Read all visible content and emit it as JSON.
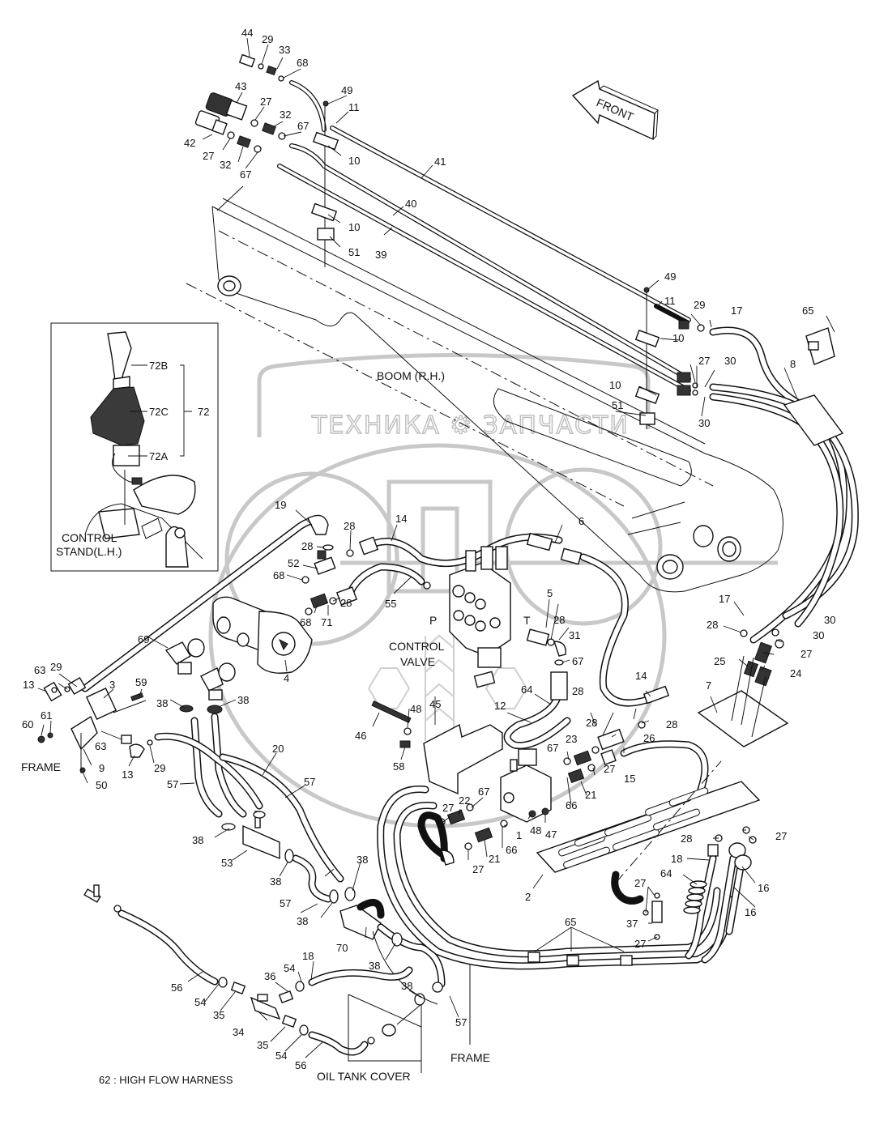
{
  "diagram": {
    "title_labels": {
      "front": "FRONT",
      "boom": "BOOM (R.H.)",
      "control_valve_line1": "CONTROL",
      "control_valve_line2": "VALVE",
      "control_stand_line1": "CONTROL",
      "control_stand_line2": "STAND(L.H.)",
      "frame_left": "FRAME",
      "frame_bottom": "FRAME",
      "oil_tank_cover": "OIL TANK COVER",
      "high_flow_harness": "62 : HIGH FLOW HARNESS",
      "port_p": "P",
      "port_t": "T"
    },
    "watermark": {
      "text": "ТЕХНИКА ⚙ ЗАПЧАСТИ",
      "logo": "ЭПФ"
    },
    "inset": {
      "labels": [
        "72B",
        "72C",
        "72A",
        "72"
      ]
    },
    "callouts": [
      {
        "id": "c44a",
        "text": "44"
      },
      {
        "id": "c29a",
        "text": "29"
      },
      {
        "id": "c33",
        "text": "33"
      },
      {
        "id": "c68a",
        "text": "68"
      },
      {
        "id": "c43",
        "text": "43"
      },
      {
        "id": "c27a",
        "text": "27"
      },
      {
        "id": "c32a",
        "text": "32"
      },
      {
        "id": "c67a",
        "text": "67"
      },
      {
        "id": "c42",
        "text": "42"
      },
      {
        "id": "c27b",
        "text": "27"
      },
      {
        "id": "c32b",
        "text": "32"
      },
      {
        "id": "c67b",
        "text": "67"
      },
      {
        "id": "c49a",
        "text": "49"
      },
      {
        "id": "c11a",
        "text": "11"
      },
      {
        "id": "c10a",
        "text": "10"
      },
      {
        "id": "c10b",
        "text": "10"
      },
      {
        "id": "c51a",
        "text": "51"
      },
      {
        "id": "c41",
        "text": "41"
      },
      {
        "id": "c40",
        "text": "40"
      },
      {
        "id": "c39",
        "text": "39"
      },
      {
        "id": "c49b",
        "text": "49"
      },
      {
        "id": "c11b",
        "text": "11"
      },
      {
        "id": "c29b",
        "text": "29"
      },
      {
        "id": "c17a",
        "text": "17"
      },
      {
        "id": "c65a",
        "text": "65"
      },
      {
        "id": "c10c",
        "text": "10"
      },
      {
        "id": "c27c",
        "text": "27"
      },
      {
        "id": "c30a",
        "text": "30"
      },
      {
        "id": "c8",
        "text": "8"
      },
      {
        "id": "c10d",
        "text": "10"
      },
      {
        "id": "c51b",
        "text": "51"
      },
      {
        "id": "c30b",
        "text": "30"
      },
      {
        "id": "c19",
        "text": "19"
      },
      {
        "id": "c28a",
        "text": "28"
      },
      {
        "id": "c28b",
        "text": "28"
      },
      {
        "id": "c52",
        "text": "52"
      },
      {
        "id": "c68b",
        "text": "68"
      },
      {
        "id": "c14a",
        "text": "14"
      },
      {
        "id": "c6",
        "text": "6"
      },
      {
        "id": "c55",
        "text": "55"
      },
      {
        "id": "c68c",
        "text": "68"
      },
      {
        "id": "c71",
        "text": "71"
      },
      {
        "id": "c28c",
        "text": "28"
      },
      {
        "id": "c4",
        "text": "4"
      },
      {
        "id": "c69",
        "text": "69"
      },
      {
        "id": "c5",
        "text": "5"
      },
      {
        "id": "c28d",
        "text": "28"
      },
      {
        "id": "c31",
        "text": "31"
      },
      {
        "id": "c67c",
        "text": "67"
      },
      {
        "id": "c17b",
        "text": "17"
      },
      {
        "id": "c28e",
        "text": "28"
      },
      {
        "id": "c30c",
        "text": "30"
      },
      {
        "id": "c30d",
        "text": "30"
      },
      {
        "id": "c27d",
        "text": "27"
      },
      {
        "id": "c25",
        "text": "25"
      },
      {
        "id": "c24",
        "text": "24"
      },
      {
        "id": "c7",
        "text": "7"
      },
      {
        "id": "c14b",
        "text": "14"
      },
      {
        "id": "c28f",
        "text": "28"
      },
      {
        "id": "c64a",
        "text": "64"
      },
      {
        "id": "c12",
        "text": "12"
      },
      {
        "id": "c28g",
        "text": "28"
      },
      {
        "id": "c26",
        "text": "26"
      },
      {
        "id": "c28h",
        "text": "28"
      },
      {
        "id": "c23",
        "text": "23"
      },
      {
        "id": "c67d",
        "text": "67"
      },
      {
        "id": "c15",
        "text": "15"
      },
      {
        "id": "c27e",
        "text": "27"
      },
      {
        "id": "c21a",
        "text": "21"
      },
      {
        "id": "c66a",
        "text": "66"
      },
      {
        "id": "c45",
        "text": "45"
      },
      {
        "id": "c48a",
        "text": "48"
      },
      {
        "id": "c46",
        "text": "46"
      },
      {
        "id": "c58",
        "text": "58"
      },
      {
        "id": "c27f",
        "text": "27"
      },
      {
        "id": "c22",
        "text": "22"
      },
      {
        "id": "c67e",
        "text": "67"
      },
      {
        "id": "c1",
        "text": "1"
      },
      {
        "id": "c48b",
        "text": "48"
      },
      {
        "id": "c47",
        "text": "47"
      },
      {
        "id": "c27g",
        "text": "27"
      },
      {
        "id": "c21b",
        "text": "21"
      },
      {
        "id": "c66b",
        "text": "66"
      },
      {
        "id": "c2",
        "text": "2"
      },
      {
        "id": "c28i",
        "text": "28"
      },
      {
        "id": "c27h",
        "text": "27"
      },
      {
        "id": "c18a",
        "text": "18"
      },
      {
        "id": "c64b",
        "text": "64"
      },
      {
        "id": "c16a",
        "text": "16"
      },
      {
        "id": "c16b",
        "text": "16"
      },
      {
        "id": "c27i",
        "text": "27"
      },
      {
        "id": "c37",
        "text": "37"
      },
      {
        "id": "c27j",
        "text": "27"
      },
      {
        "id": "c65b",
        "text": "65"
      },
      {
        "id": "c29c",
        "text": "29"
      },
      {
        "id": "c63a",
        "text": "63"
      },
      {
        "id": "c13a",
        "text": "13"
      },
      {
        "id": "c3",
        "text": "3"
      },
      {
        "id": "c59",
        "text": "59"
      },
      {
        "id": "c38a",
        "text": "38"
      },
      {
        "id": "c38b",
        "text": "38"
      },
      {
        "id": "c60",
        "text": "60"
      },
      {
        "id": "c61",
        "text": "61"
      },
      {
        "id": "c63b",
        "text": "63"
      },
      {
        "id": "c9",
        "text": "9"
      },
      {
        "id": "c13b",
        "text": "13"
      },
      {
        "id": "c29d",
        "text": "29"
      },
      {
        "id": "c50",
        "text": "50"
      },
      {
        "id": "c20",
        "text": "20"
      },
      {
        "id": "c57a",
        "text": "57"
      },
      {
        "id": "c57b",
        "text": "57"
      },
      {
        "id": "c38c",
        "text": "38"
      },
      {
        "id": "c53",
        "text": "53"
      },
      {
        "id": "c38d",
        "text": "38"
      },
      {
        "id": "c38e",
        "text": "38"
      },
      {
        "id": "c57c",
        "text": "57"
      },
      {
        "id": "c38f",
        "text": "38"
      },
      {
        "id": "c70",
        "text": "70"
      },
      {
        "id": "c38g",
        "text": "38"
      },
      {
        "id": "c18b",
        "text": "18"
      },
      {
        "id": "c54a",
        "text": "54"
      },
      {
        "id": "c36",
        "text": "36"
      },
      {
        "id": "c56a",
        "text": "56"
      },
      {
        "id": "c54b",
        "text": "54"
      },
      {
        "id": "c35a",
        "text": "35"
      },
      {
        "id": "c34",
        "text": "34"
      },
      {
        "id": "c35b",
        "text": "35"
      },
      {
        "id": "c54c",
        "text": "54"
      },
      {
        "id": "c56b",
        "text": "56"
      },
      {
        "id": "c38h",
        "text": "38"
      },
      {
        "id": "c57d",
        "text": "57"
      }
    ]
  }
}
